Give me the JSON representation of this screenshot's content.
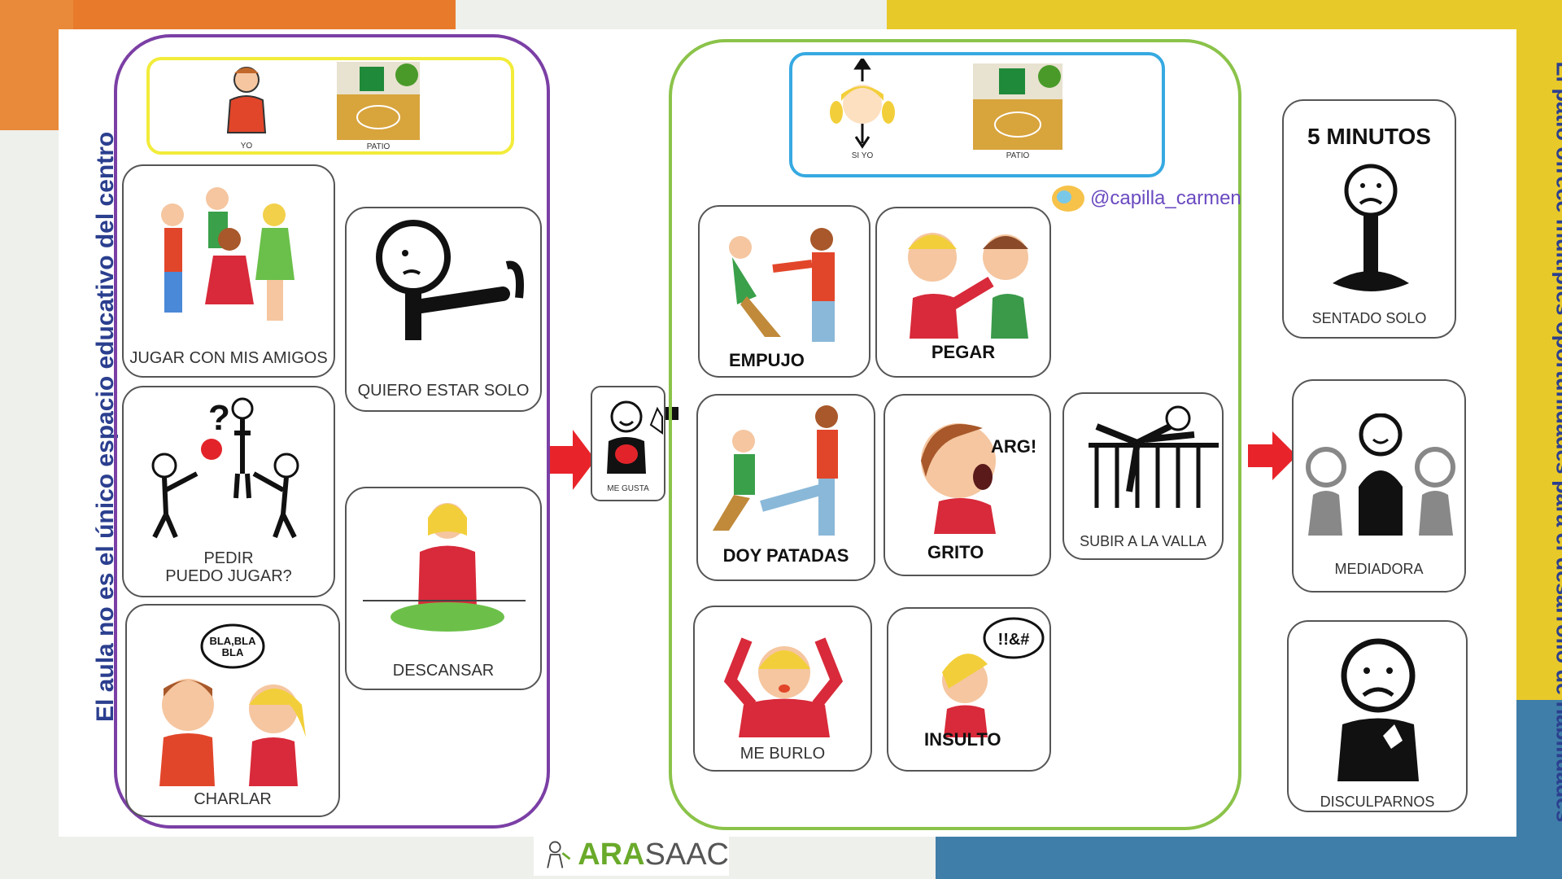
{
  "left_side_text": "El aula no es el único espacio educativo del centro",
  "right_side_text": "El patio ofrece múltiples oportunidades para el desarrollo de habilidades",
  "left_group": {
    "header": {
      "yo": "YO",
      "patio": "PATIO"
    },
    "cards": {
      "jugar": "JUGAR CON MIS AMIGOS",
      "solo": "QUIERO ESTAR SOLO",
      "pedir_line1": "PEDIR",
      "pedir_line2": "PUEDO JUGAR?",
      "descansar": "DESCANSAR",
      "charlar": "CHARLAR",
      "bla": "BLA,BLA",
      "bla2": "BLA"
    }
  },
  "middle": {
    "me_gusta": "ME GUSTA"
  },
  "right_group": {
    "header": {
      "si_yo": "SI YO",
      "patio": "PATIO"
    },
    "handle": "@capilla_carmen",
    "cards": {
      "empujo": "EMPUJO",
      "pegar": "PEGAR",
      "patadas": "DOY PATADAS",
      "grito": "GRITO",
      "arg": "ARG!",
      "valla": "SUBIR A LA VALLA",
      "burlo": "ME BURLO",
      "insulto": "INSULTO",
      "symbols": "!!&#"
    }
  },
  "consequences": {
    "minutes": "5 MINUTOS",
    "sentado": "SENTADO SOLO",
    "mediadora": "MEDIADORA",
    "disculparnos": "DISCULPARNOS"
  },
  "footer_logo": {
    "ara": "ARA",
    "saac": "SAAC"
  },
  "colors": {
    "purple_frame": "#7b3fa5",
    "green_frame": "#8bc34a",
    "yellow_box": "#f2ec3a",
    "blue_box": "#36a9e1",
    "arrow_red": "#e8242a",
    "side_text": "#2b3f8f",
    "arasaac_green": "#6aaa2a"
  }
}
